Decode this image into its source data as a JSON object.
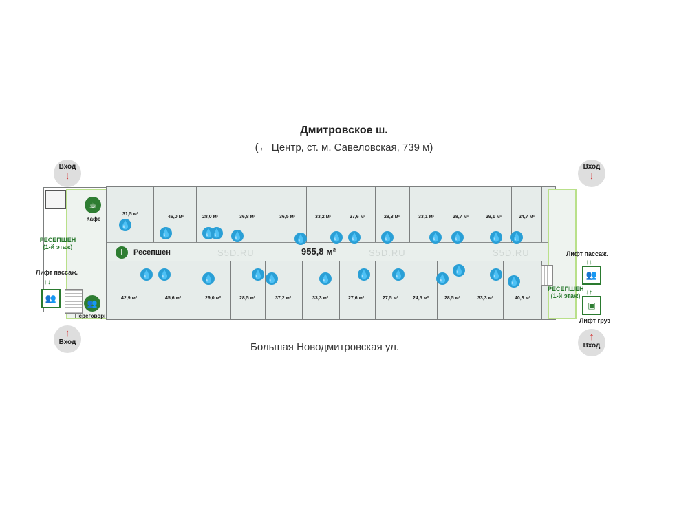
{
  "streets": {
    "top_title": "Дмитровское ш.",
    "top_subtitle": "(← Центр, ст. м. Савеловская, 739 м)",
    "bottom": "Большая Новодмитровская ул."
  },
  "entries": {
    "label": "Вход"
  },
  "plan": {
    "total_area": "955,8 м²",
    "watermark": "S5D.RU",
    "reception_label": "Ресепшен",
    "left_reception": "РЕСЕПШЕН\n(1-й этаж)",
    "right_reception": "РЕСЕПШЕН\n(1-й этаж)",
    "left_lift": "Лифт пассаж.",
    "right_lift": "Лифт пассаж.",
    "cargo_lift": "Лифт груз",
    "cafe": "Кафе",
    "meeting": "Переговорная",
    "top_rooms": [
      "31,5 м²",
      "46,0 м²",
      "28,0 м²",
      "36,8 м²",
      "36,5 м²",
      "33,2 м²",
      "27,6 м²",
      "28,3 м²",
      "33,1 м²",
      "28,7 м²",
      "29,1 м²",
      "24,7 м²"
    ],
    "bottom_rooms": [
      "42,9 м²",
      "45,6 м²",
      "29,0 м²",
      "28,5 м²",
      "37,2 м²",
      "33,3 м²",
      "27,6 м²",
      "27,5 м²",
      "24,5 м²",
      "28,5 м²",
      "33,3 м²",
      "40,3 м²"
    ]
  },
  "colors": {
    "plan_fill": "#e6ecea",
    "outline_green": "#b9e08a",
    "brand_green": "#2e7d32",
    "water_blue": "#2a9fd6",
    "entry_arrow": "#d21f1f"
  }
}
